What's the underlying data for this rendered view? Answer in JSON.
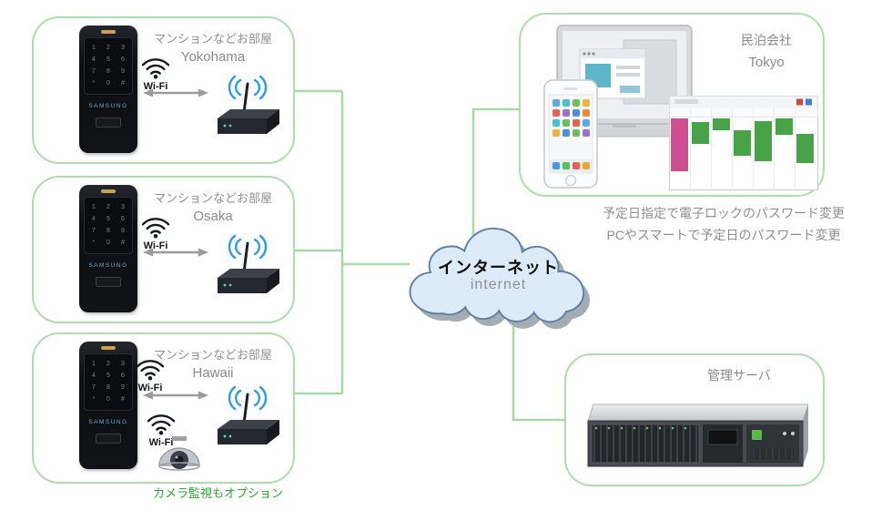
{
  "rooms": [
    {
      "title": "マンションなどお部屋",
      "city": "Yokohama",
      "wifi": "Wi-Fi"
    },
    {
      "title": "マンションなどお部屋",
      "city": "Osaka",
      "wifi": "Wi-Fi"
    },
    {
      "title": "マンションなどお部屋",
      "city": "Hawaii",
      "wifi": "Wi-Fi",
      "wifi2": "Wi-Fi",
      "camera_note": "カメラ監視もオプション"
    }
  ],
  "cloud": {
    "title": "インターネット",
    "subtitle": "internet"
  },
  "company": {
    "name": "民泊会社",
    "city": "Tokyo",
    "desc1": "予定日指定で電子ロックのパスワード変更",
    "desc2": "PCやスマートで予定日のパスワード変更"
  },
  "server": {
    "label": "管理サーバ"
  },
  "lock": {
    "brand": "SAMSUNG",
    "keys": [
      "1",
      "2",
      "3",
      "4",
      "5",
      "6",
      "7",
      "8",
      "9",
      "*",
      "0",
      "#"
    ]
  },
  "colors": {
    "box_border": "#aedcae",
    "connector": "#a9d8a9",
    "cloud_fill": "#dcebf7",
    "cloud_stroke": "#5f82a3",
    "wifi_blue": "#2e9be6",
    "note_green": "#2fa52f",
    "label_gray": "#8a8a8a",
    "event_pink": "#cf4d92",
    "event_green": "#48a348"
  }
}
